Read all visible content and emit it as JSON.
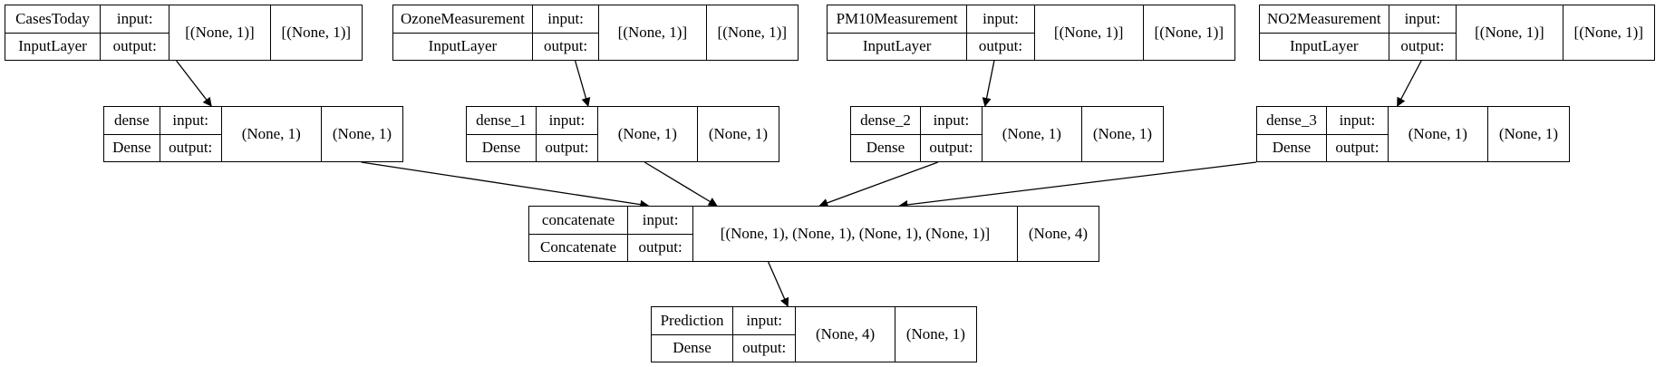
{
  "nodes": [
    {
      "id": "cases",
      "name": "CasesToday",
      "type": "InputLayer",
      "in_label": "input:",
      "out_label": "output:",
      "input_shape": "[(None, 1)]",
      "output_shape": "[(None, 1)]"
    },
    {
      "id": "ozone",
      "name": "OzoneMeasurement",
      "type": "InputLayer",
      "in_label": "input:",
      "out_label": "output:",
      "input_shape": "[(None, 1)]",
      "output_shape": "[(None, 1)]"
    },
    {
      "id": "pm10",
      "name": "PM10Measurement",
      "type": "InputLayer",
      "in_label": "input:",
      "out_label": "output:",
      "input_shape": "[(None, 1)]",
      "output_shape": "[(None, 1)]"
    },
    {
      "id": "no2",
      "name": "NO2Measurement",
      "type": "InputLayer",
      "in_label": "input:",
      "out_label": "output:",
      "input_shape": "[(None, 1)]",
      "output_shape": "[(None, 1)]"
    },
    {
      "id": "dense",
      "name": "dense",
      "type": "Dense",
      "in_label": "input:",
      "out_label": "output:",
      "input_shape": "(None, 1)",
      "output_shape": "(None, 1)"
    },
    {
      "id": "dense_1",
      "name": "dense_1",
      "type": "Dense",
      "in_label": "input:",
      "out_label": "output:",
      "input_shape": "(None, 1)",
      "output_shape": "(None, 1)"
    },
    {
      "id": "dense_2",
      "name": "dense_2",
      "type": "Dense",
      "in_label": "input:",
      "out_label": "output:",
      "input_shape": "(None, 1)",
      "output_shape": "(None, 1)"
    },
    {
      "id": "dense_3",
      "name": "dense_3",
      "type": "Dense",
      "in_label": "input:",
      "out_label": "output:",
      "input_shape": "(None, 1)",
      "output_shape": "(None, 1)"
    },
    {
      "id": "concat",
      "name": "concatenate",
      "type": "Concatenate",
      "in_label": "input:",
      "out_label": "output:",
      "input_shape": "[(None, 1), (None, 1), (None, 1), (None, 1)]",
      "output_shape": "(None, 4)"
    },
    {
      "id": "pred",
      "name": "Prediction",
      "type": "Dense",
      "in_label": "input:",
      "out_label": "output:",
      "input_shape": "(None, 4)",
      "output_shape": "(None, 1)"
    }
  ],
  "edges": [
    {
      "from": "cases",
      "to": "dense"
    },
    {
      "from": "ozone",
      "to": "dense_1"
    },
    {
      "from": "pm10",
      "to": "dense_2"
    },
    {
      "from": "no2",
      "to": "dense_3"
    },
    {
      "from": "dense",
      "to": "concat"
    },
    {
      "from": "dense_1",
      "to": "concat"
    },
    {
      "from": "dense_2",
      "to": "concat"
    },
    {
      "from": "dense_3",
      "to": "concat"
    },
    {
      "from": "concat",
      "to": "pred"
    }
  ]
}
